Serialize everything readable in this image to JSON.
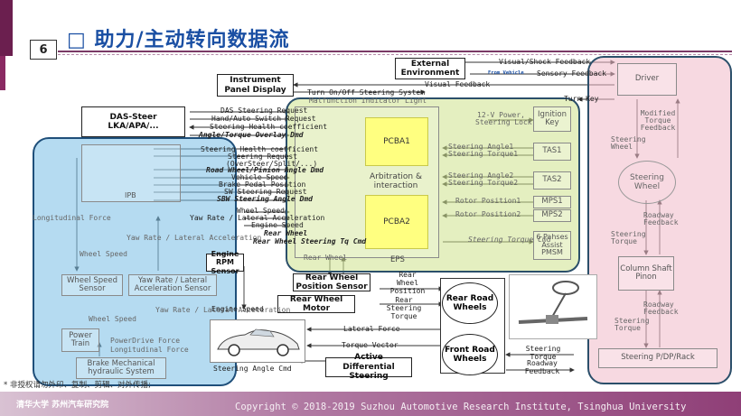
{
  "slide_number": "6",
  "title": "□ 助力/主动转向数据流",
  "footer": {
    "copyright": "Copyright © 2018-2019 Suzhou Automotive Research Institute, Tsinghua University",
    "note": "* 非授权请勿外印、复制、剪辑、对外传播;",
    "logo": "清华大学 苏州汽车研究院"
  },
  "boxes": {
    "instrument_panel": "Instrument Panel Display",
    "das_steer": "DAS-Steer LKA/APA/...",
    "external_env": "External Environment",
    "ipb": "IPB",
    "engine_rpm": "Engine RPM Sensor",
    "wheel_speed_sensor": "Wheel Speed Sensor",
    "yaw_rate_sensor": "Yaw Rate / Lateral Acceleration Sensor",
    "power_train": "Power Train",
    "brake_mech": "Brake Mechanical hydraulic System",
    "rear_wheel_pos": "Rear Wheel Position Sensor",
    "rear_wheel_motor": "Rear Wheel Motor",
    "active_diff": "Active Differential Steering",
    "rear_road_wheels": "Rear Road Wheels",
    "front_road_wheels": "Front Road Wheels",
    "driver": "Driver",
    "steering_wheel": "Steering Wheel",
    "column_shaft": "Column Shaft Pinon",
    "steering_rack": "Steering P/DP/Rack",
    "pcba1": "PCBA1",
    "pcba2": "PCBA2",
    "arbitration": "Arbitration & interaction",
    "eps": "EPS",
    "ignition_key": "Ignition Key",
    "tas1": "TAS1",
    "tas2": "TAS2",
    "mps1": "MPS1",
    "mps2": "MPS2",
    "six_phases": "6 Pahses Assist PMSM"
  },
  "signals": {
    "visual_shock": "Visual/Shock Feedback",
    "from_vehicle": "From Vehicle",
    "sensory_feedback": "Sensory Feedback",
    "visual_feedback": "Visual Feedback",
    "turn_on_off": "Turn On/Off Steering System",
    "malfunction": "Malfunction Indicator Light",
    "turn_key": "Turn Key",
    "das_request": "DAS Steering Request",
    "hand_auto": "Hand/Auto Switch Request",
    "health_coef": "Steering Health coefficient",
    "angle_torque": "Angle/Torque Overlay Dmd",
    "v12_power": "12-V Power,",
    "steering_lock": "Steering Lock",
    "modified_torque": "Modified Torque Feedback",
    "steering_wheel_in": "Steering Wheel",
    "health_coef2": "Steering Health coefficient",
    "steering_request": "Steering Request",
    "oversteer": "(OverSteer/Split/...)",
    "road_wheel_pinion": "Road Wheel/Pinion Angle Dmd",
    "vehicle_speed": "Vehicle Speed",
    "brake_pedal": "Brake Pedal Position",
    "sw_steering": "SW Steering Request",
    "sbw_angle": "SBW Steering Angle Dmd",
    "wheel_speed": "Wheel Speed",
    "yaw_lat": "Yaw Rate / Lateral Acceleration",
    "engine_speed": "Engine Speed",
    "rear_wheel_steering": "Rear Wheel Steering Tq Cmd",
    "rear_wheel_in": "Rear Wheel",
    "steering_angle1": "Steering Angle1",
    "steering_torque1": "Steering Torque1",
    "steering_angle2": "Steering Angle2",
    "steering_torque2": "Steering Torque2",
    "rotor_position1": "Rotor Position1",
    "rotor_position2": "Rotor Position2",
    "steering_torque_cmd": "Steering Torque Cmd",
    "roadway_feedback": "Roadway Feedback",
    "steering_torque_out": "Steering Torque",
    "roadway_feedback2": "Roadway Feedback",
    "steering_torque3": "Steering Torque",
    "longitudinal_force": "Longitudinal Force",
    "yaw_lat2": "Yaw Rate / Lateral Acceleration",
    "wheel_speed2": "Wheel Speed",
    "wheel_speed3": "Wheel Speed",
    "yaw_lat3": "Yaw Rate / Lateral Acceleration",
    "powerdrive_force": "PowerDrive Force",
    "longitudinal_force2": "Longitudinal Force",
    "engine_speed2": "Engine Speed",
    "rear_wheel_position": "Rear Wheel Position",
    "rear_steering_torque": "Rear Steering Torque",
    "lateral_force": "Lateral Force",
    "torque_vector": "Torque Vector",
    "steering_angle_cmd": "Steering Angle Cmd",
    "steering_torque_rw": "Steering Torque",
    "roadway_feedback3": "Roadway Feedback",
    "yaw_lat_short": "Yaw Rate / Lateral Acceleration"
  },
  "colors": {
    "title": "#1a4fa3",
    "brand": "#6b1f4f",
    "overlay_blue": "#78bee6",
    "overlay_green": "#cde18c",
    "overlay_pink": "#f0b9c8",
    "pcba": "#ffff80"
  }
}
